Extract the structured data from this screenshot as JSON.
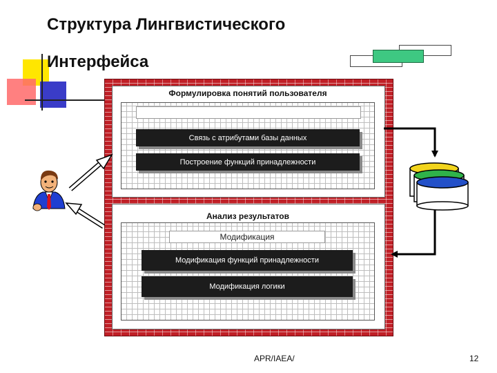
{
  "title": {
    "line1": "Структура Лингвистического",
    "line2": "Интерфейса"
  },
  "upper_panel": {
    "heading": "Формулировка понятий пользователя",
    "bar1": "Связь с атрибутами базы данных",
    "bar2": "Построение функций принадлежности"
  },
  "lower_panel": {
    "heading": "Анализ результатов",
    "strip": "Модификация",
    "bar1": "Модификация функций принадлежности",
    "bar2": "Модификация логики"
  },
  "colors": {
    "brick": "#c01f26",
    "disk_yellow": "#f2d41c",
    "disk_green": "#2fb24a",
    "disk_blue": "#2350c8",
    "accent_green": "#3ec882"
  },
  "footer": {
    "center": "APR/IAEA/",
    "page": "12"
  }
}
